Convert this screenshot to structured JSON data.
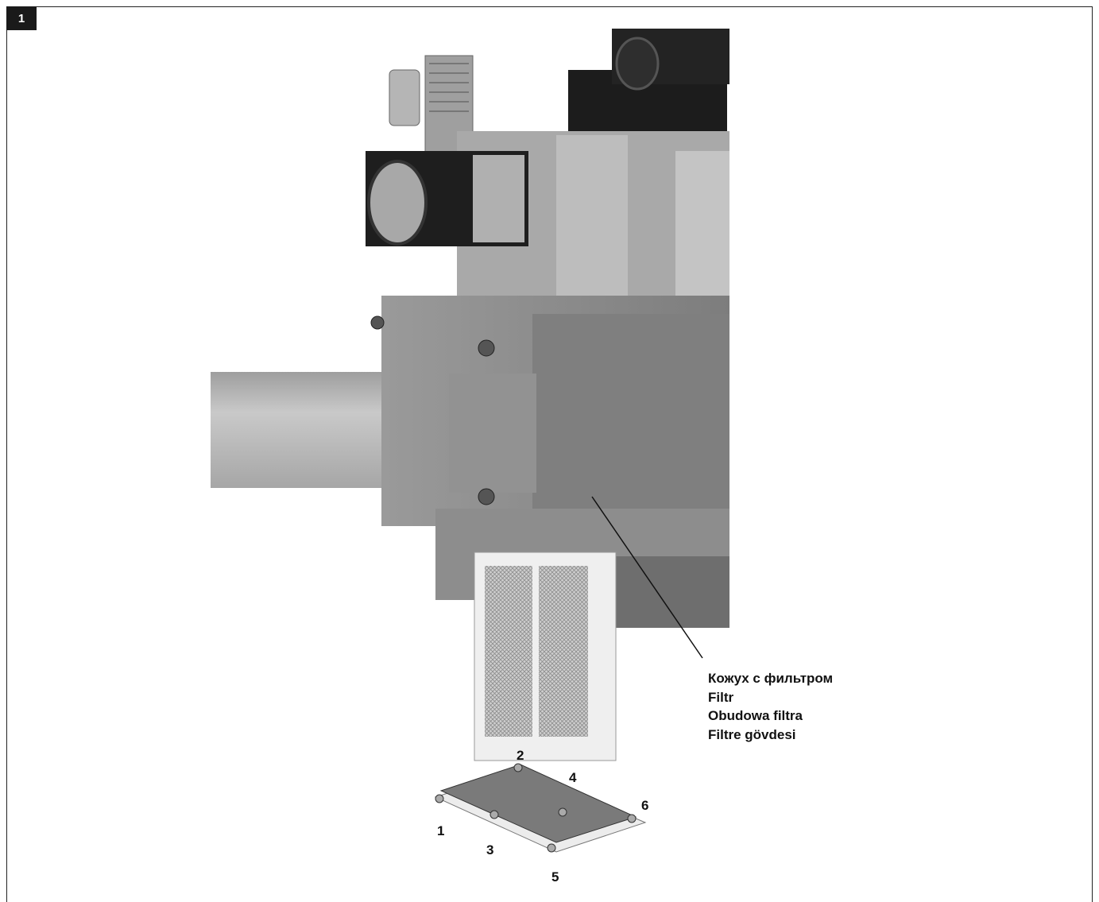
{
  "figure": {
    "number": "1"
  },
  "callout": {
    "lines": [
      "Кожух с фильтром",
      "Filtr",
      "Obudowa filtra",
      "Filtre gövdesi"
    ]
  },
  "screw_labels": [
    "1",
    "2",
    "3",
    "4",
    "5",
    "6"
  ],
  "colors": {
    "frame": "#222222",
    "badge": "#1a1a1a",
    "pipe": "#b8b8b8",
    "body_dark": "#8a8a8a",
    "plug_black": "#1c1c1c"
  }
}
